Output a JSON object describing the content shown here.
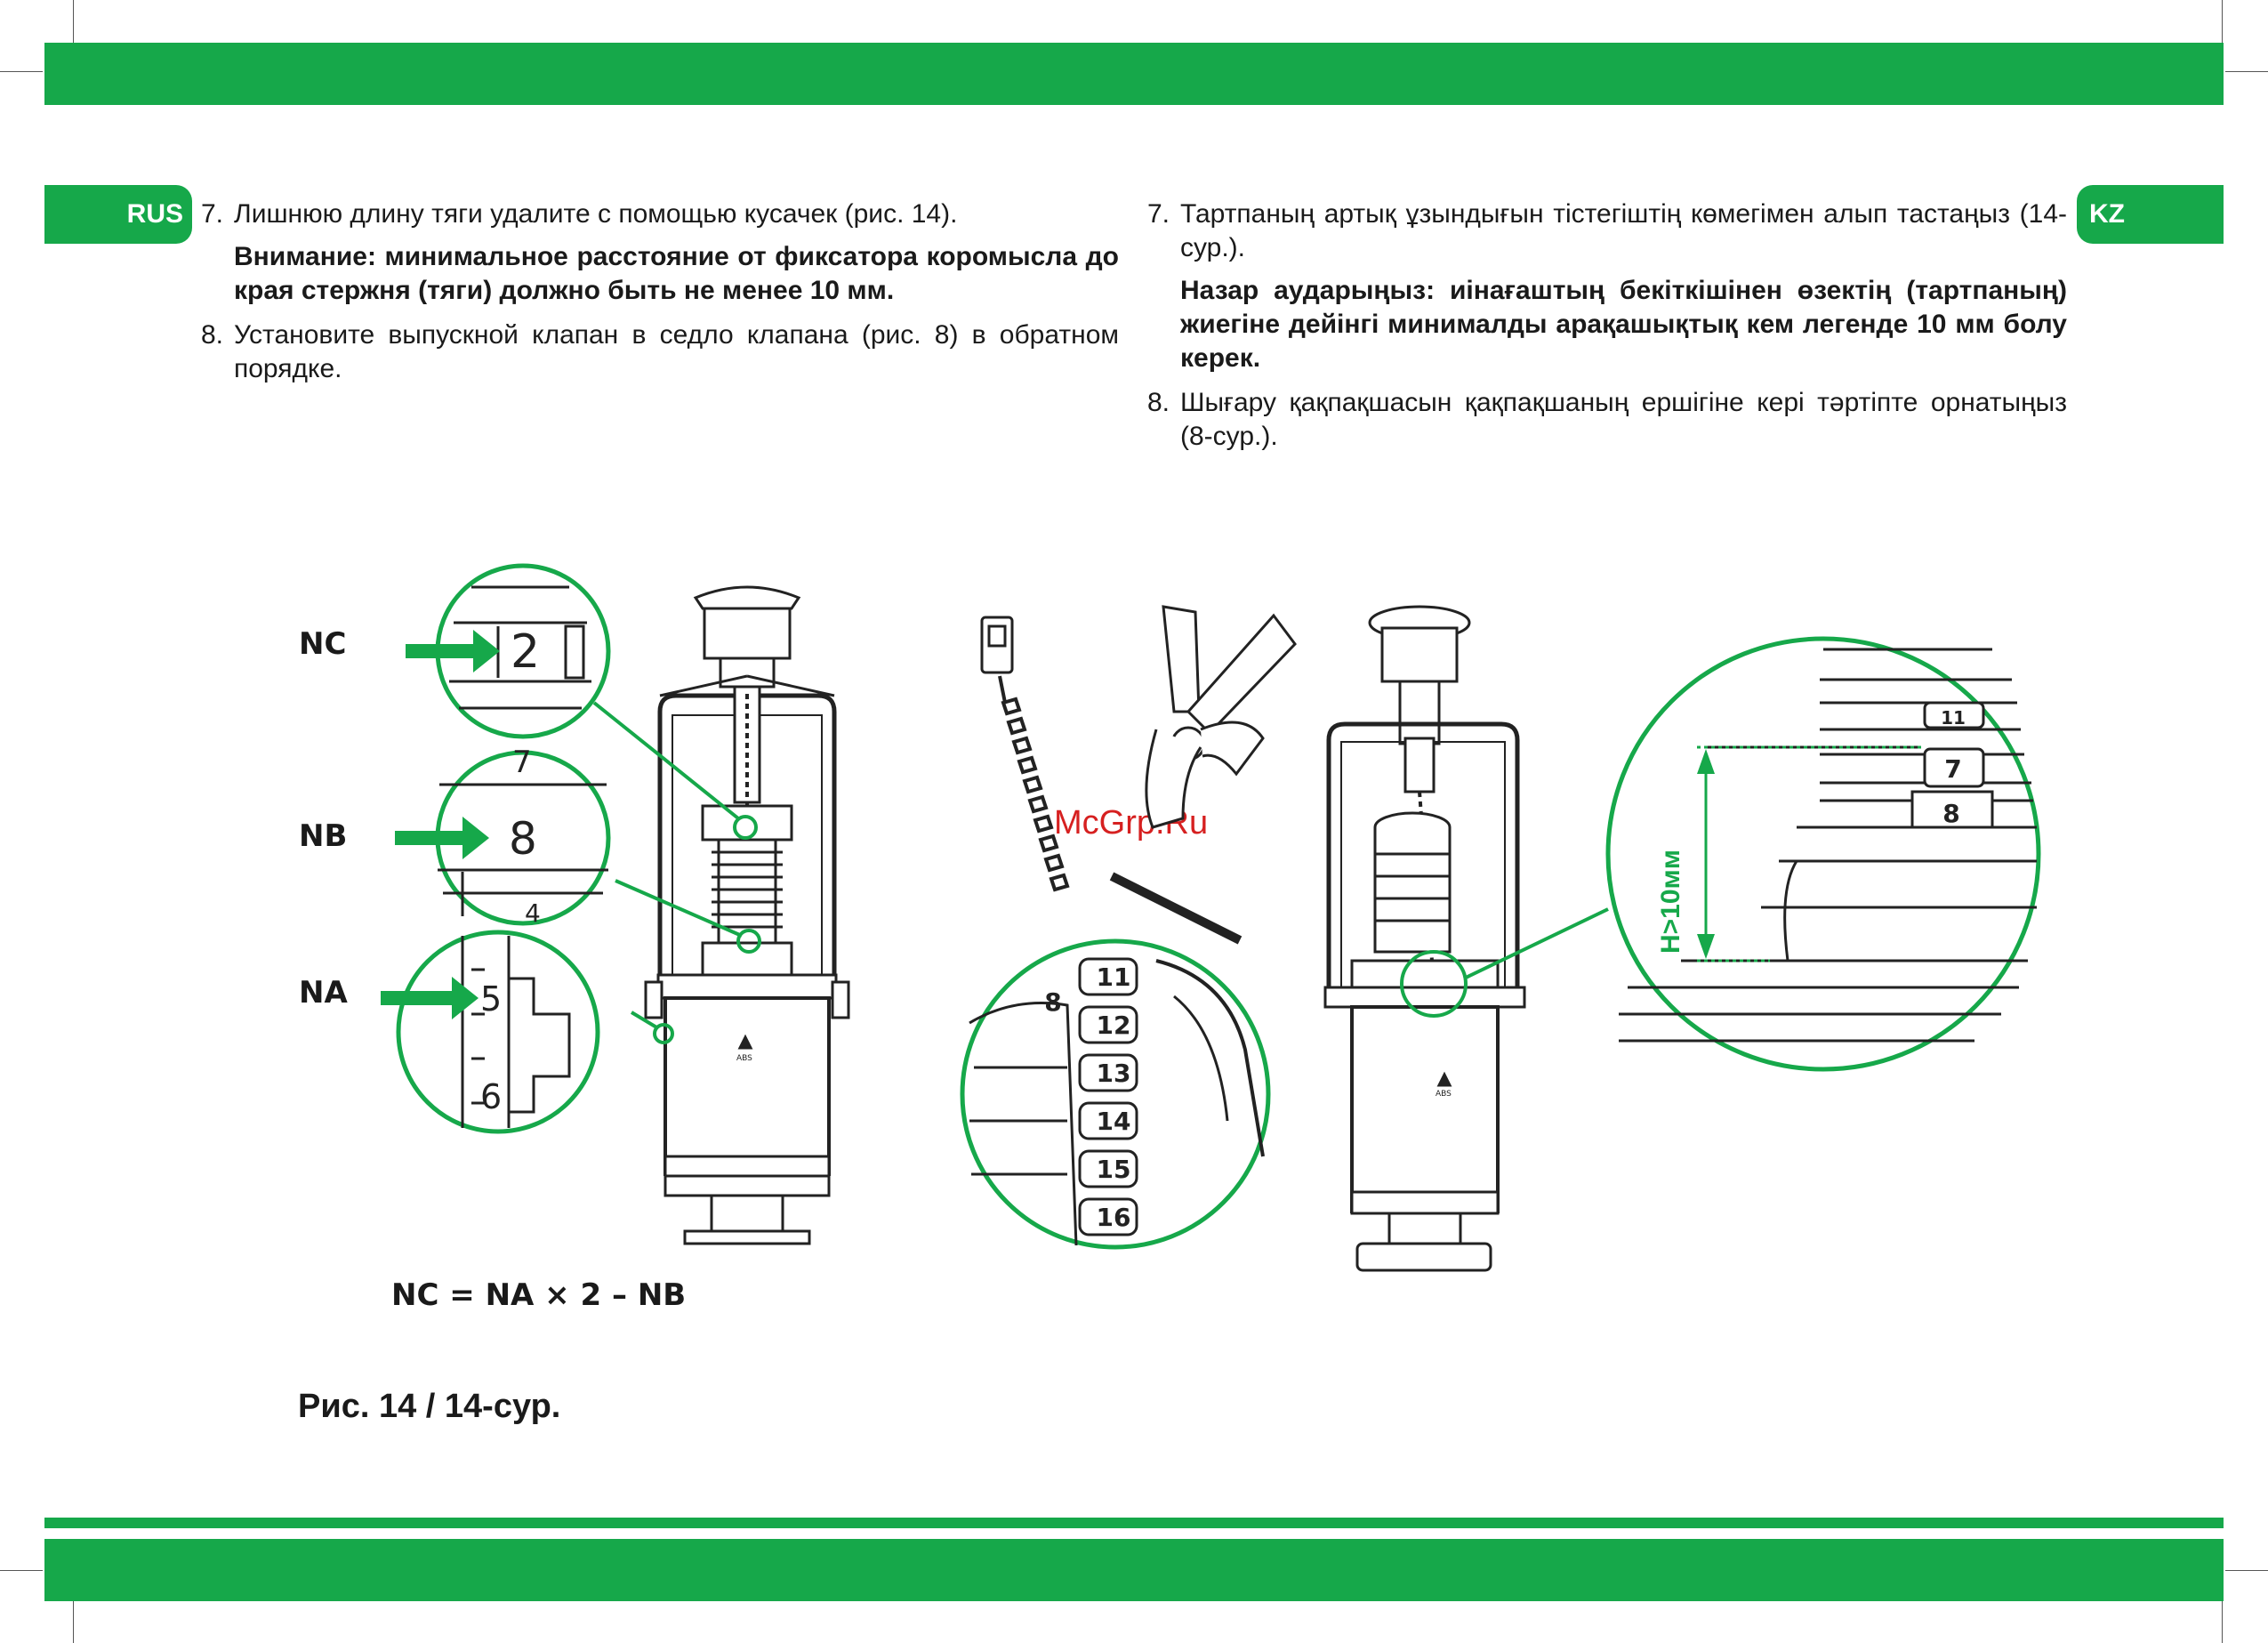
{
  "header": {
    "band_color": "#16a84a"
  },
  "lang": {
    "rus": "RUS",
    "kz": "KZ"
  },
  "rus": {
    "item7_num": "7.",
    "item7_text": "Лишнюю длину тяги удалите с помощью кусачек (рис. 14).",
    "warning": "Внимание: минимальное расстояние от фиксатора коромысла до края стержня (тяги) должно быть не менее 10 мм.",
    "item8_num": "8.",
    "item8_text": "Установите выпускной клапан в седло клапана (рис. 8) в обратном порядке."
  },
  "kz": {
    "item7_num": "7.",
    "item7_text": "Тартпаның артық ұзындығын тістегіштің көмегімен алып тастаңыз (14-сур.).",
    "warning": "Назар аударыңыз: иінағаштың бекіткішінен өзектің (тартпаның) жиегіне дейінгі минималды арақашықтық кем легенде 10 мм болу керек.",
    "item8_num": "8.",
    "item8_text": "Шығару қақпақшасын қақпақшаның ершігіне кері тәртіпте орнатыңыз (8-сур.)."
  },
  "figure": {
    "label_nc": "NC",
    "label_nb": "NB",
    "label_na": "NA",
    "formula": "NC = NA × 2 – NB",
    "zoom_nc_number": "2",
    "zoom_nb_number": "8",
    "zoom_nb_top": "7",
    "zoom_nb_bottom": "4",
    "zoom_na_top": "5",
    "zoom_na_bottom": "6",
    "rod_numbers": [
      "11",
      "12",
      "13",
      "14",
      "15",
      "16"
    ],
    "rod_side_label": "8",
    "right_zoom_numbers": [
      "11",
      "7",
      "8"
    ],
    "h_label": "H>10мм",
    "abs_mark": "ABS",
    "caption": "Рис. 14 / 14-сур.",
    "watermark": "McGrp.Ru",
    "accent_color": "#16a84a"
  }
}
